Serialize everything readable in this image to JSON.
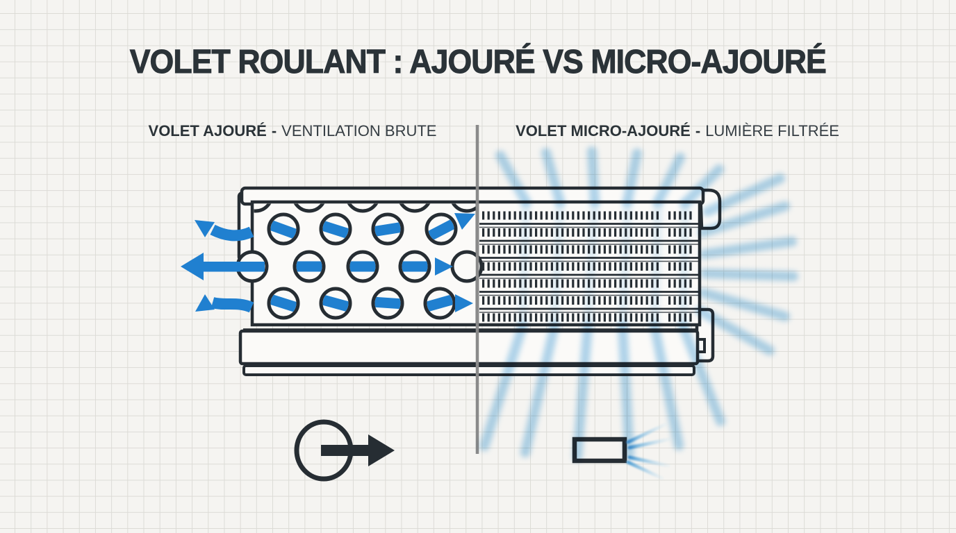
{
  "title": "VOLET ROULANT : AJOURÉ VS MICRO-AJOURÉ",
  "sections": {
    "left": {
      "name": "VOLET AJOURÉ",
      "dash": "-",
      "description": "VENTILATION BRUTE"
    },
    "right": {
      "name": "VOLET MICRO-AJOURÉ",
      "dash": "-",
      "description": "LUMIÈRE FILTRÉE"
    }
  },
  "icons": {
    "airflow": "circle-with-right-arrow",
    "filtered_light": "slat-with-light-rays",
    "perforations": "round-holes-with-blue-air-arrows",
    "micro_perforations": "dashed-micro-slots-with-light-glow"
  },
  "colors": {
    "ink": "#262d33",
    "air_arrow_blue": "#2080d0",
    "light_ray_blue": "#9ecdec",
    "divider_gray": "#8a8a8a",
    "paper": "#f5f4f1",
    "grid_line": "#dcdbd6",
    "panel_white": "#fbfaf8"
  }
}
